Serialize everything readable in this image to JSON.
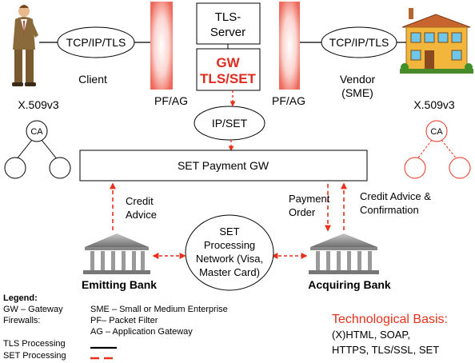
{
  "colors": {
    "set_red": "#e8311c",
    "gw_red": "#e02b20",
    "basis_red": "#e8311c",
    "firewall_glow": "#f08a80",
    "bank_gray": "#9a9a9a"
  },
  "top": {
    "tls_server_line1": "TLS-",
    "tls_server_line2": "Server",
    "gw_line1": "GW",
    "gw_line2": "TLS/SET",
    "left_tcp": "TCP/IP/TLS",
    "right_tcp": "TCP/IP/TLS",
    "client": "Client",
    "vendor_line1": "Vendor",
    "vendor_line2": "(SME)",
    "pf_ag_left": "PF/AG",
    "pf_ag_right": "PF/AG",
    "ip_set": "IP/SET"
  },
  "cert": {
    "left_title": "X.509v3",
    "left_ca": "CA",
    "right_title": "X.509v3",
    "right_ca": "CA"
  },
  "payment_gw": "SET Payment GW",
  "flows": {
    "credit_advice_line1": "Credit",
    "credit_advice_line2": "Advice",
    "payment_order_line1": "Payment",
    "payment_order_line2": "Order",
    "credit_confirm_line1": "Credit Advice &",
    "credit_confirm_line2": "Confirmation"
  },
  "network": {
    "line1": "SET",
    "line2": "Processing",
    "line3": "Network (Visa,",
    "line4": "Master Card)"
  },
  "banks": {
    "emitting": "Emitting Bank",
    "acquiring": "Acquiring Bank"
  },
  "legend": {
    "title": "Legend:",
    "gw": "GW – Gateway",
    "firewalls": "Firewalls:",
    "sme": "SME – Small or Medium Enterprise",
    "pf": "PF– Packet Filter",
    "ag": "AG – Application Gateway",
    "tls": "TLS Processing",
    "set": "SET Processing"
  },
  "basis": {
    "title": "Technological Basis:",
    "line1": "(X)HTML, SOAP,",
    "line2": "HTTPS, TLS/SSL, SET"
  }
}
